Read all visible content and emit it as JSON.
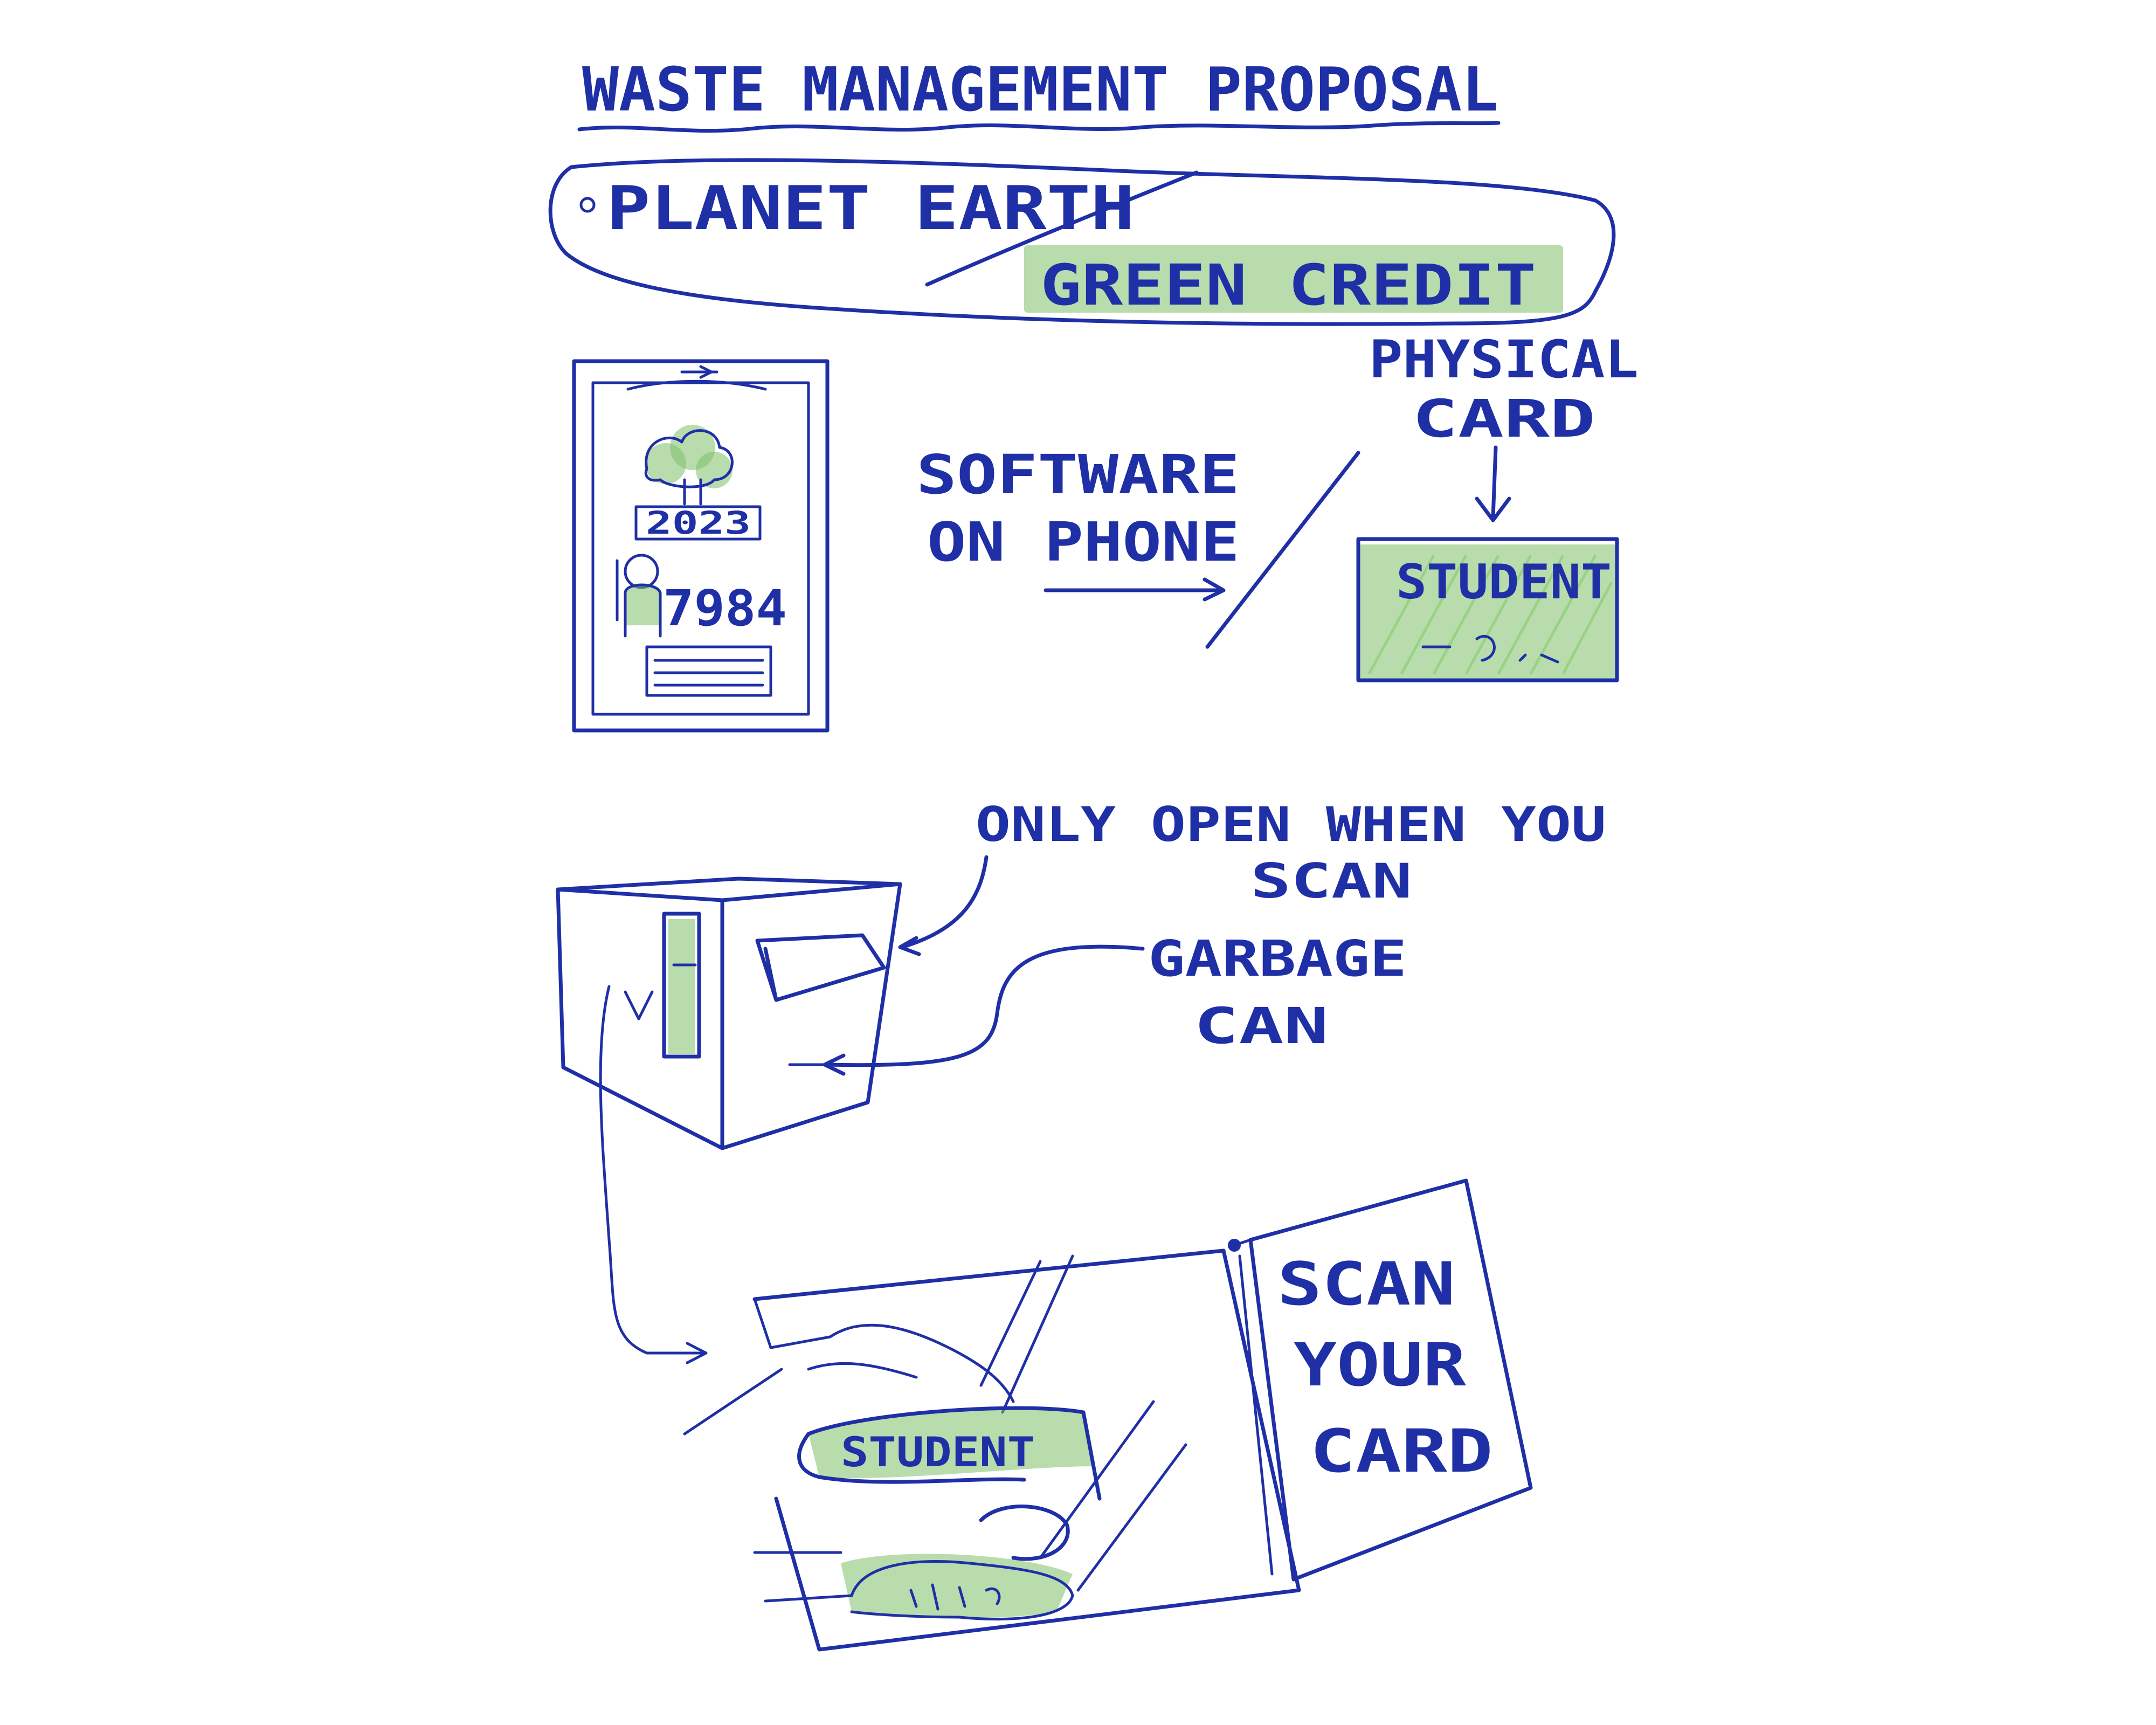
{
  "title": "WASTE MANAGEMENT PROPOSAL",
  "cloud": {
    "crossed_text": "PLANET EARTH",
    "highlight_text": "GREEN CREDIT"
  },
  "phone": {
    "year": "2023",
    "number": "7984"
  },
  "options": {
    "software_line1": "SOFTWARE",
    "software_line2": "ON PHONE",
    "physical_line1": "PHYSICAL",
    "physical_line2": "CARD",
    "card_label": "STUDENT"
  },
  "garbage": {
    "note_line1": "ONLY OPEN WHEN YOU",
    "note_line2": "SCAN",
    "can_line1": "GARBAGE",
    "can_line2": "CAN"
  },
  "scanner": {
    "card_label": "STUDENT",
    "screen_line1": "SCAN",
    "screen_line2": "YOUR",
    "screen_line3": "CARD"
  },
  "colors": {
    "ink": "#1f2fa6",
    "highlight": "#7fbf6a"
  }
}
